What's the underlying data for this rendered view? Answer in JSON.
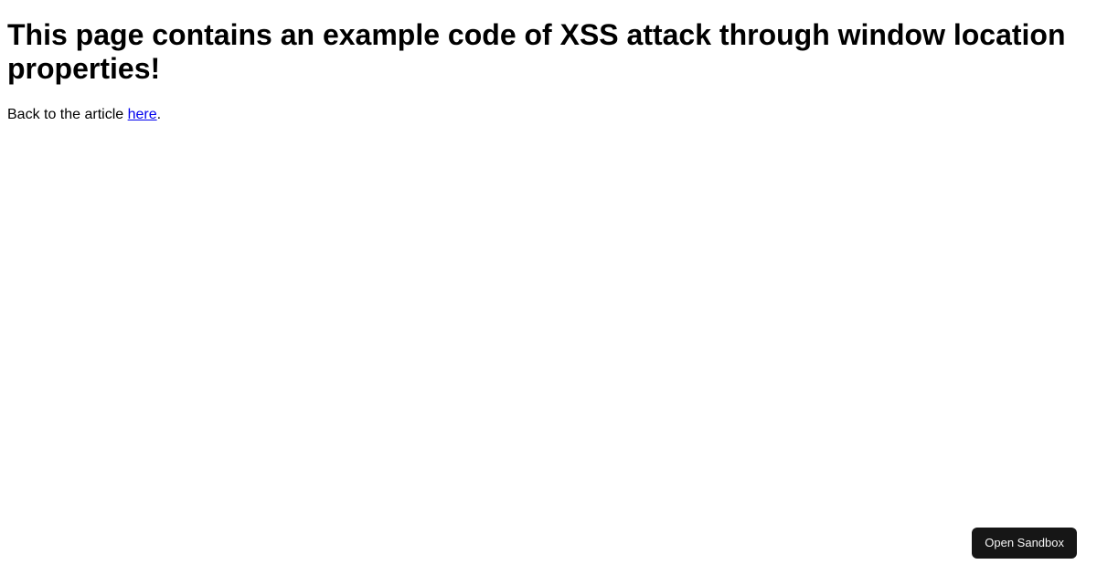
{
  "page": {
    "heading": "This page contains an example code of XSS attack through window location properties!",
    "back_text_before": "Back to the article ",
    "back_link_label": "here",
    "back_text_after": "."
  },
  "sandbox_button": {
    "label": "Open Sandbox"
  },
  "colors": {
    "page_background": "#ffffff",
    "heading_color": "#000000",
    "body_text_color": "#000000",
    "link_color": "#0000ee",
    "sandbox_button_background": "#161616",
    "sandbox_button_text": "#f5f5f5"
  }
}
